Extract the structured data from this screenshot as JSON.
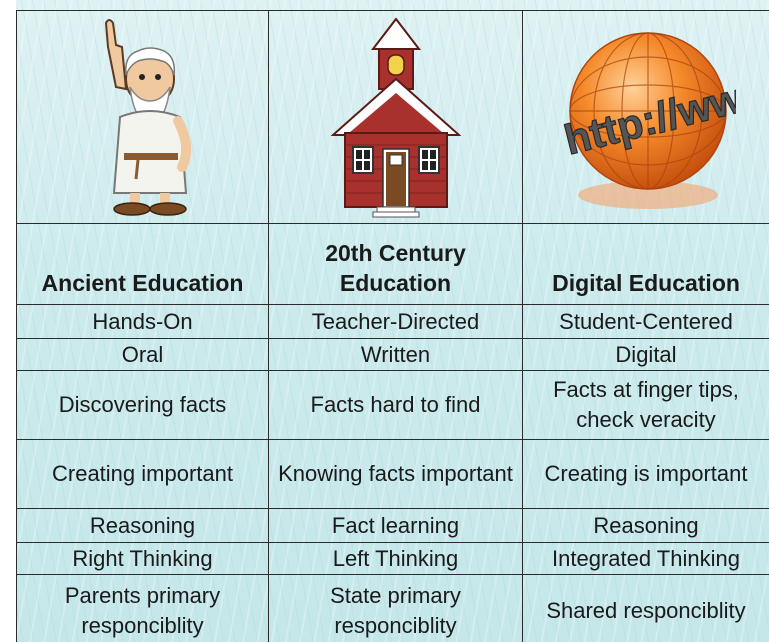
{
  "table": {
    "headers": [
      "Ancient Education",
      "20th Century Education",
      "Digital Education"
    ],
    "globe_text": "http://www",
    "rows": [
      [
        "Hands-On",
        "Teacher-Directed",
        "Student-Centered"
      ],
      [
        "Oral",
        "Written",
        "Digital"
      ],
      [
        "Discovering facts",
        "Facts hard to find",
        "Facts at finger tips, check veracity"
      ],
      [
        "Creating important",
        "Knowing facts important",
        "Creating is important"
      ],
      [
        "Reasoning",
        "Fact learning",
        "Reasoning"
      ],
      [
        "Right Thinking",
        "Left Thinking",
        "Integrated Thinking"
      ],
      [
        "Parents primary responciblity",
        "State primary responciblity",
        "Shared responciblity"
      ]
    ]
  },
  "colors": {
    "background": "#cdebed",
    "border": "#2b2b2b",
    "schoolhouse": "#a8312d",
    "globe": "#f07a1e"
  },
  "icons": [
    "ancient-teacher-icon",
    "schoolhouse-icon",
    "web-globe-icon"
  ]
}
